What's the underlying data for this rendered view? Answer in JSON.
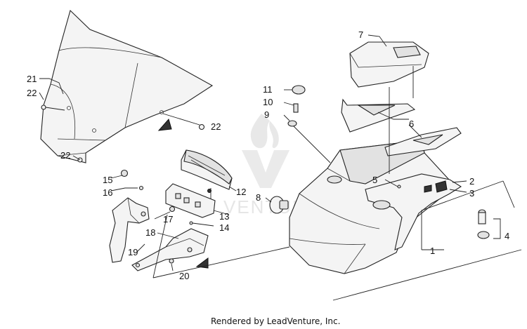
{
  "callouts": {
    "c1": "1",
    "c2": "2",
    "c3": "3",
    "c4": "4",
    "c5": "5",
    "c6": "6",
    "c7": "7",
    "c8": "8",
    "c9": "9",
    "c10": "10",
    "c11": "11",
    "c12": "12",
    "c13": "13",
    "c14": "14",
    "c15": "15",
    "c16": "16",
    "c17": "17",
    "c18": "18",
    "c19": "19",
    "c20": "20",
    "c21": "21",
    "c22a": "22",
    "c22b": "22",
    "c22c": "22"
  },
  "footer": {
    "credit": "Rendered by LeadVenture, Inc."
  },
  "watermark": {
    "text": "VENTURE",
    "brand": "LeadVenture logo"
  },
  "colors": {
    "line": "#222222",
    "shade": "#e2e2e2",
    "watermark": "#e4e4e4"
  }
}
